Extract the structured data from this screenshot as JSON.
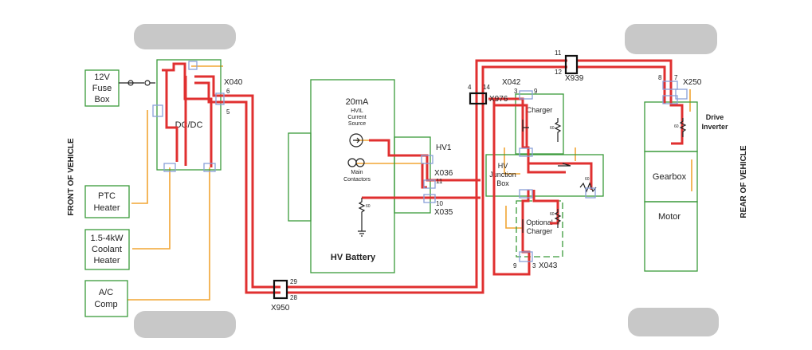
{
  "vehicle": {
    "front_label": "FRONT OF VEHICLE",
    "rear_label": "REAR OF VEHICLE"
  },
  "components": {
    "fuse_box": [
      "12V",
      "Fuse",
      "Box"
    ],
    "dcdc": "DC/DC",
    "ptc_heater": [
      "PTC",
      "Heater"
    ],
    "coolant_heater": [
      "1.5-4kW",
      "Coolant",
      "Heater"
    ],
    "ac_comp": [
      "A/C",
      "Comp"
    ],
    "hv_battery": "HV Battery",
    "hvil_source": [
      "20mA",
      "HVIL",
      "Current",
      "Source"
    ],
    "main_contactors": [
      "Main",
      "Contactors"
    ],
    "charger": "Charger",
    "hv_junction_box": [
      "HV",
      "Junction",
      "Box"
    ],
    "optional_charger": [
      "Optional",
      "Charger"
    ],
    "drive_inverter": [
      "Drive",
      "Inverter"
    ],
    "gearbox": "Gearbox",
    "motor": "Motor"
  },
  "connectors": {
    "x040": "X040",
    "x950": "X950",
    "x036": "X036",
    "x035": "X035",
    "hv1": "HV1",
    "x976": "X976",
    "x042": "X042",
    "x939": "X939",
    "x043": "X043",
    "x250": "X250"
  },
  "pins": {
    "x040_6": "6",
    "x040_5": "5",
    "x950_29": "29",
    "x950_28": "28",
    "x036_11": "11",
    "x035_10": "10",
    "x976_4": "4",
    "x976_14": "14",
    "x042_3": "3",
    "x042_9": "9",
    "x939_11": "11",
    "x939_12": "12",
    "x250_8": "8",
    "x250_7": "7",
    "x043_9": "9",
    "x043_3": "3"
  },
  "resistor_value": "60",
  "colors": {
    "hv_wire": "#e03030",
    "lv_wire": "#f2a533",
    "box_outline": "#3a9a3a",
    "connector": "#8aa0d8",
    "wheel": "#c8c8c8"
  }
}
